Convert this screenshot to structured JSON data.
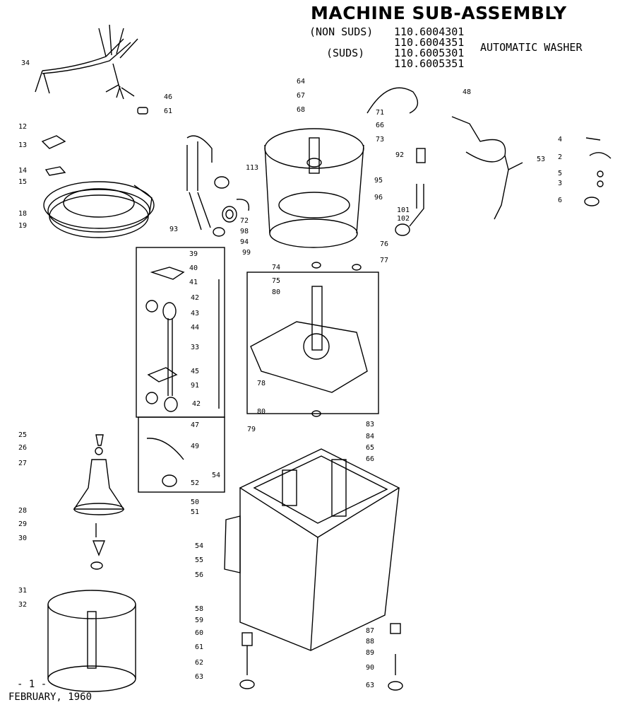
{
  "header": {
    "title": "MACHINE SUB-ASSEMBLY",
    "non_suds_label": "(NON SUDS)",
    "suds_label": "(SUDS)",
    "models": [
      "110.6004301",
      "110.6004351",
      "110.6005301",
      "110.6005351"
    ],
    "appliance": "AUTOMATIC WASHER"
  },
  "footer": {
    "page_number": "- 1 -",
    "date": "FEBRUARY, 1960"
  },
  "callouts": [
    "34",
    "46",
    "61",
    "12",
    "13",
    "14",
    "15",
    "18",
    "19",
    "113",
    "72",
    "98",
    "94",
    "99",
    "93",
    "64",
    "67",
    "68",
    "71",
    "66",
    "73",
    "92",
    "95",
    "96",
    "101",
    "102",
    "48",
    "53",
    "4",
    "2",
    "5",
    "3",
    "6",
    "39",
    "40",
    "41",
    "42",
    "43",
    "44",
    "33",
    "45",
    "91",
    "42",
    "47",
    "49",
    "52",
    "74",
    "75",
    "80",
    "76",
    "77",
    "78",
    "80",
    "79",
    "83",
    "84",
    "65",
    "66",
    "54",
    "50",
    "51",
    "54",
    "55",
    "56",
    "58",
    "59",
    "60",
    "61",
    "62",
    "63",
    "87",
    "88",
    "89",
    "90",
    "63",
    "25",
    "26",
    "27",
    "28",
    "29",
    "30",
    "31",
    "32"
  ]
}
